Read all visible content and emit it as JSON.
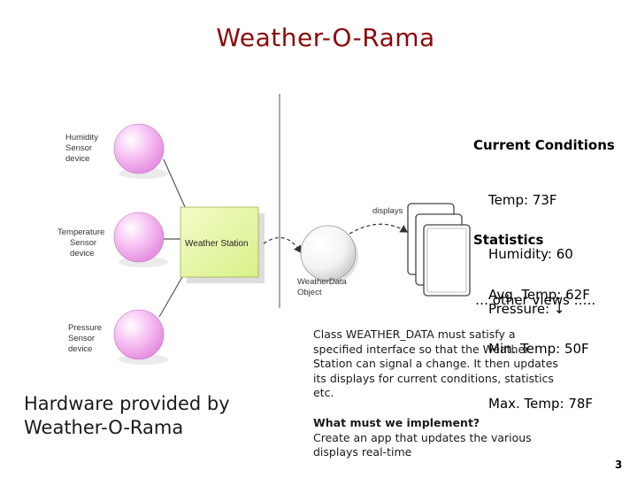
{
  "title": "Weather-O-Rama",
  "sensors": [
    {
      "line1": "Humidity",
      "line2": "Sensor",
      "line3": "device"
    },
    {
      "line1": "Temperature",
      "line2": "Sensor",
      "line3": "device"
    },
    {
      "line1": "Pressure",
      "line2": "Sensor",
      "line3": "device"
    }
  ],
  "weather_station_label": "Weather Station",
  "weather_data_label": {
    "line1": "WeatherData",
    "line2": "Object"
  },
  "displays_label": "displays",
  "current_conditions": {
    "heading": "Current Conditions",
    "temp": "Temp: 73F",
    "humidity": "Humidity: 60",
    "pressure": "Pressure: ↓"
  },
  "statistics": {
    "heading": "Statistics",
    "avg": "Avg. Temp: 62F",
    "min": "Min. Temp: 50F",
    "max": "Max. Temp: 78F"
  },
  "other_views": "… other views …..",
  "class_note": "Class WEATHER_DATA  must satisfy a specified interface so that the Weather Station can signal a change.  It then updates its displays for current conditions, statistics etc.",
  "implement_heading": "What must we implement?",
  "implement_text": "Create an app that updates the various displays real-time",
  "hardware_line1": "Hardware provided by",
  "hardware_line2": "Weather-O-Rama",
  "page_number": "3",
  "colors": {
    "title": "#8B0A0A",
    "sensor": "#F5B8F0",
    "station": "#E6F7A8",
    "weatherdata": "#FFFFFF"
  }
}
